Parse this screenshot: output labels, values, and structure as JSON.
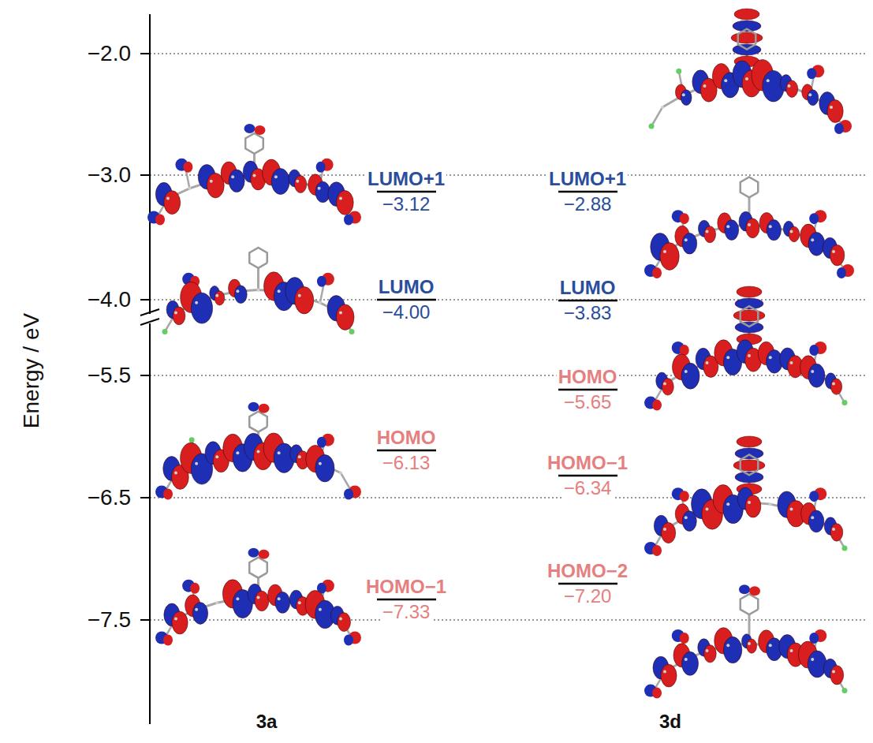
{
  "diagram": {
    "labels": [
      "−2.0",
      "−3.0",
      "−4.0",
      "−5.5",
      "−6.5",
      "−7.5",
      "Energy / eV",
      "LUMO+1",
      "−3.12",
      "LUMO",
      "−4.00",
      "HOMO",
      "−6.13",
      "HOMO−1",
      "−7.33",
      "LUMO+1",
      "−2.88",
      "LUMO",
      "−3.83",
      "HOMO",
      "−5.65",
      "HOMO−1",
      "−6.34",
      "HOMO−2",
      "−7.20",
      "3a",
      "3d"
    ]
  }
}
